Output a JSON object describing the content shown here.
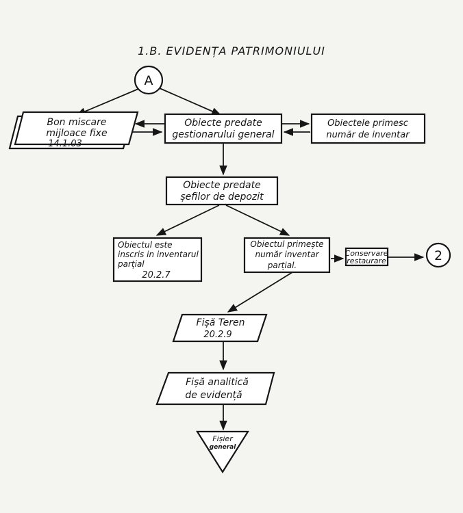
{
  "title": "1.B. EVIDENȚA PATRIMONIULUI",
  "connector_start": "A",
  "connector_end": "2",
  "nodes": {
    "bon_miscare": {
      "line1": "Bon miscare",
      "line2": "mijloace fixe",
      "code": "14.1.03"
    },
    "predate_gestionar": {
      "line1": "Obiecte predate",
      "line2": "gestionarului general"
    },
    "primesc_inventar": {
      "line1": "Obiectele primesc",
      "line2": "număr de inventar"
    },
    "predate_sefi": {
      "line1": "Obiecte predate",
      "line2": "șefilor de depozit"
    },
    "inscris_inventar": {
      "line1": "Obiectul este",
      "line2": "inscris in inventarul",
      "line3": "parțial",
      "code": "20.2.7"
    },
    "primeste_numar": {
      "line1": "Obiectul primește",
      "line2": "număr inventar",
      "line3": "parțial."
    },
    "conservare": {
      "line1": "Conservare",
      "line2": "restaurare"
    },
    "fisa_teren": {
      "line1": "Fișă Teren",
      "code": "20.2.9"
    },
    "fisa_analitica": {
      "line1": "Fișă analitică",
      "line2": "de evidență"
    },
    "fisier_general": {
      "line1": "Fișier",
      "line2": "general"
    }
  }
}
